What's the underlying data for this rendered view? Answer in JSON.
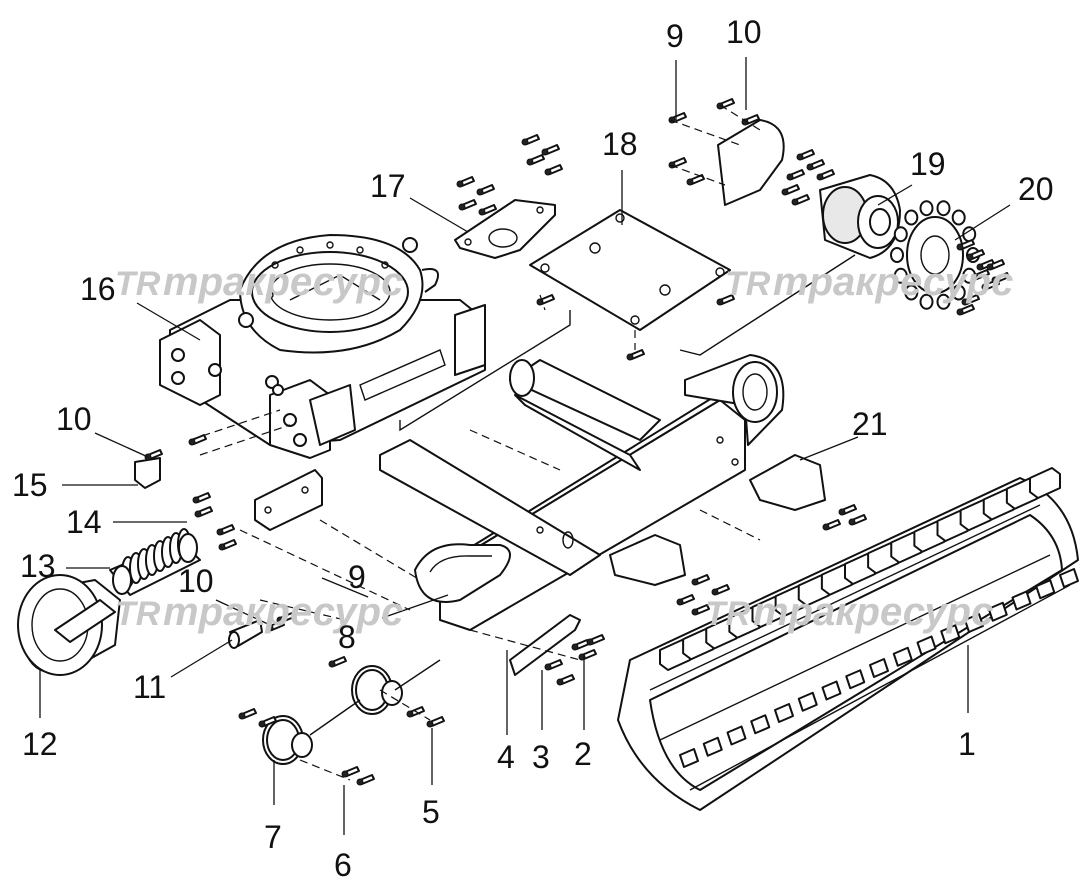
{
  "watermark": {
    "logo": "TR",
    "text": "тракресурс"
  },
  "callouts": [
    {
      "id": "c1",
      "label": "1"
    },
    {
      "id": "c2",
      "label": "2"
    },
    {
      "id": "c3",
      "label": "3"
    },
    {
      "id": "c4",
      "label": "4"
    },
    {
      "id": "c5",
      "label": "5"
    },
    {
      "id": "c6",
      "label": "6"
    },
    {
      "id": "c7",
      "label": "7"
    },
    {
      "id": "c8",
      "label": "8"
    },
    {
      "id": "c9a",
      "label": "9"
    },
    {
      "id": "c9b",
      "label": "9"
    },
    {
      "id": "c10a",
      "label": "10"
    },
    {
      "id": "c10b",
      "label": "10"
    },
    {
      "id": "c10c",
      "label": "10"
    },
    {
      "id": "c11",
      "label": "11"
    },
    {
      "id": "c12",
      "label": "12"
    },
    {
      "id": "c13",
      "label": "13"
    },
    {
      "id": "c14",
      "label": "14"
    },
    {
      "id": "c15",
      "label": "15"
    },
    {
      "id": "c16",
      "label": "16"
    },
    {
      "id": "c17",
      "label": "17"
    },
    {
      "id": "c18",
      "label": "18"
    },
    {
      "id": "c19",
      "label": "19"
    },
    {
      "id": "c20",
      "label": "20"
    },
    {
      "id": "c21",
      "label": "21"
    }
  ]
}
